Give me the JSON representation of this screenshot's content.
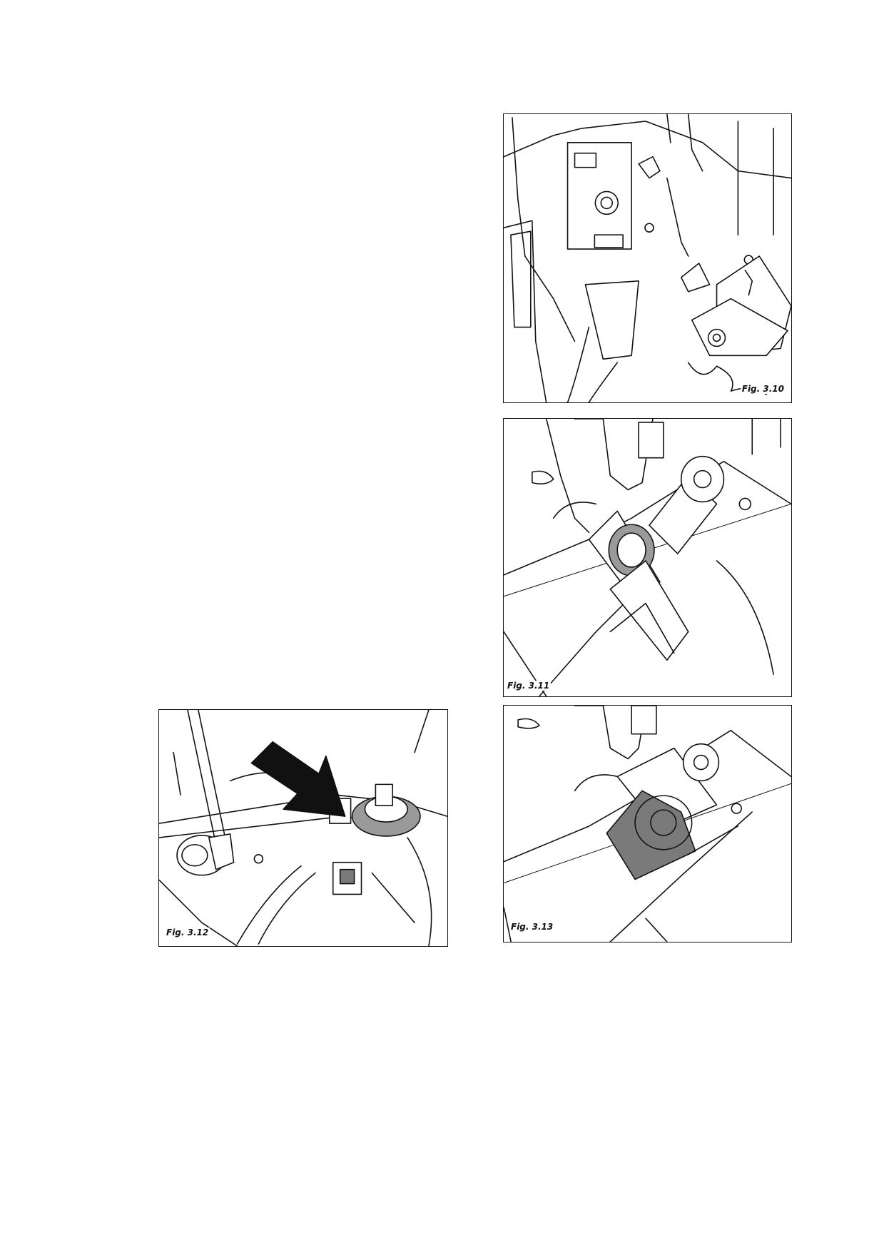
{
  "figures": [
    {
      "id": "fig-3-10",
      "caption": "Fig. 3.10"
    },
    {
      "id": "fig-3-11",
      "caption": "Fig. 3.11"
    },
    {
      "id": "fig-3-12",
      "caption": "Fig. 3.12"
    },
    {
      "id": "fig-3-13",
      "caption": "Fig. 3.13"
    }
  ],
  "colors": {
    "line": "#111111",
    "shade": "#9a9a9a",
    "background": "#ffffff"
  }
}
